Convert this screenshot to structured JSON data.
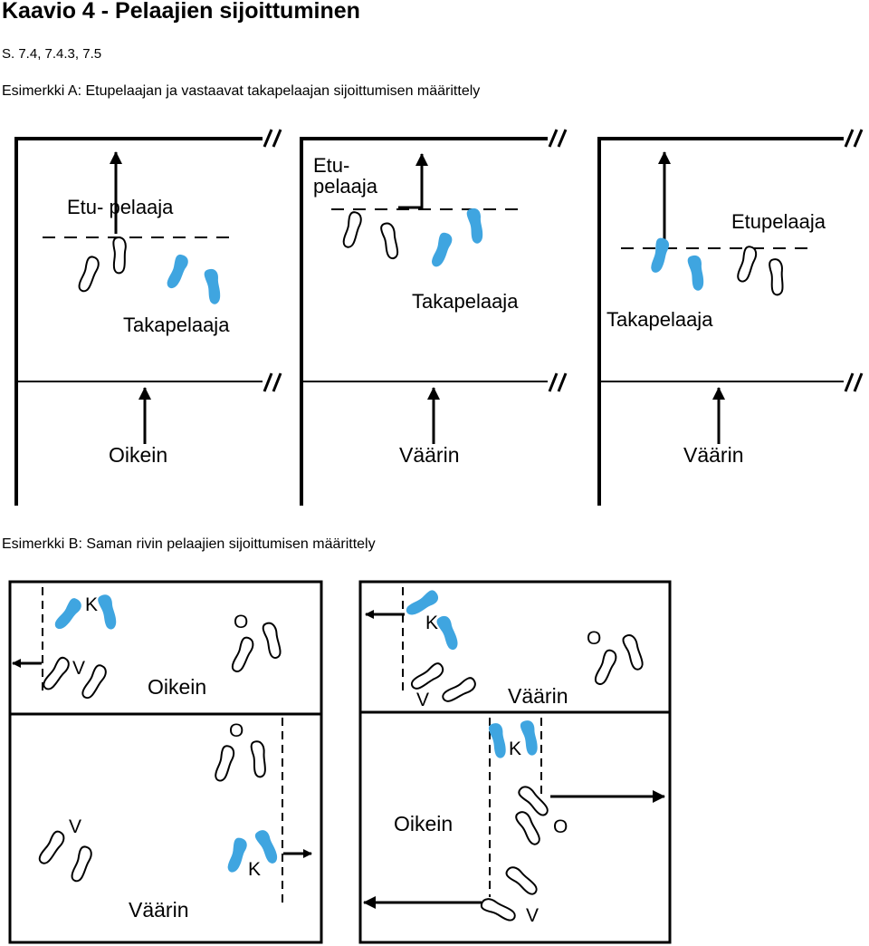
{
  "title": "Kaavio 4 - Pelaajien sijoittuminen",
  "subtitle": "S. 7.4, 7.4.3, 7.5",
  "example_a": {
    "heading": "Esimerkki A: Etupelaajan ja vastaavat takapelaajan sijoittumisen määrittely",
    "panels": [
      {
        "front_label": "Etu- pelaaja",
        "back_label": "Takapelaaja",
        "verdict": "Oikein"
      },
      {
        "front_label_line1": "Etu-",
        "front_label_line2": "pelaaja",
        "back_label": "Takapelaaja",
        "verdict": "Väärin"
      },
      {
        "front_label": "Etupelaaja",
        "back_label": "Takapelaaja",
        "verdict": "Väärin"
      }
    ]
  },
  "example_b": {
    "heading": "Esimerkki B: Saman rivin pelaajien sijoittumisen määrittely",
    "panels": [
      {
        "k": "K",
        "v": "V",
        "o": "O",
        "verdict": "Oikein"
      },
      {
        "k": "K",
        "v": "V",
        "o": "O",
        "verdict": "Väärin"
      },
      {
        "k": "K",
        "v": "V",
        "o": "O",
        "verdict": "Väärin"
      },
      {
        "k": "K",
        "v": "V",
        "o": "O",
        "verdict": "Oikein"
      }
    ]
  },
  "colors": {
    "highlight": "#3fa5e0",
    "ink": "#000000"
  }
}
